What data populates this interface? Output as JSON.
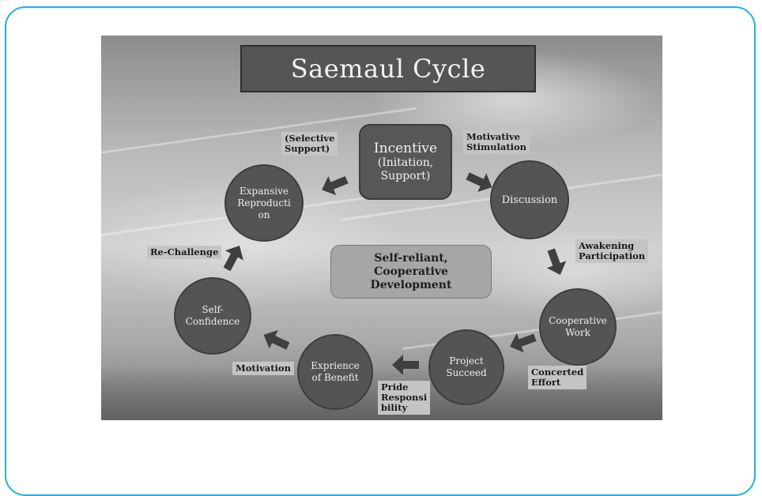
{
  "title": "Saemaul Cycle",
  "incentive": {
    "title": "Incentive",
    "subtitle": "(Initation,\nSupport)"
  },
  "center": "Self-reliant,\nCooperative\nDevelopment",
  "nodes": [
    {
      "id": "discussion",
      "label": "Discussion"
    },
    {
      "id": "cooperative_work",
      "label": "Cooperative\nWork"
    },
    {
      "id": "project_succeed",
      "label": "Project\nSucceed"
    },
    {
      "id": "experience_benefit",
      "label": "Exprience\nof Benefit"
    },
    {
      "id": "self_confidence",
      "label": "Self-\nConfidence"
    },
    {
      "id": "expansive_reproduction",
      "label": "Expansive\nReproducti\non"
    }
  ],
  "labels": {
    "motivative": "Motivative\nStimulation",
    "awakening": "Awakening\nParticipation",
    "concerted": "Concerted\nEffort",
    "pride": "Pride\nResponsi\nbility",
    "motivation": "Motivation",
    "rechallenge": "Re-Challenge",
    "selective": "(Selective\nSupport)"
  },
  "colors": {
    "frame": "#1fb2e0",
    "node": "#545454",
    "label_bg": "#c4c4c4",
    "center_bg": "#a6a6a6"
  }
}
